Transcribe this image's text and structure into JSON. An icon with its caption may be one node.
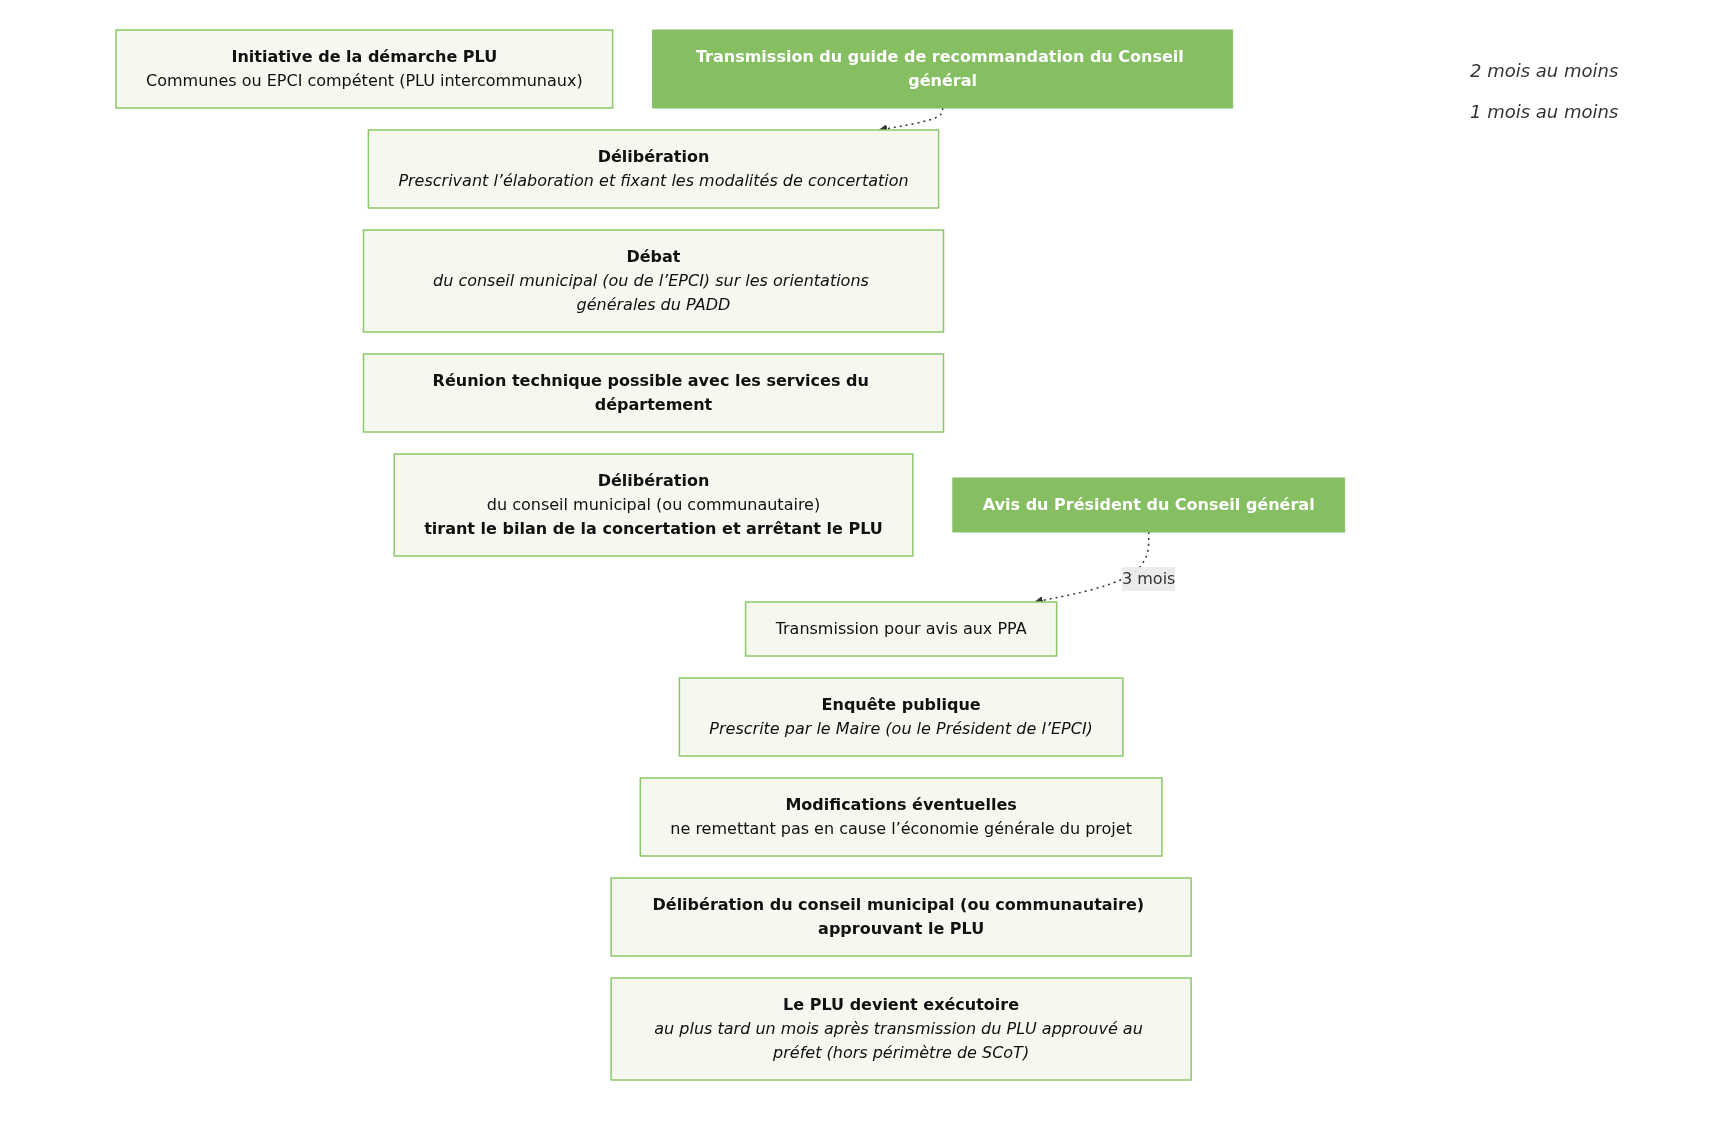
{
  "diagram": {
    "nodes": [
      {
        "text": [
          "Initiative de la démarche PLU",
          "Communes ou EPCI compétent (PLU intercommunaux)"
        ]
      },
      {
        "text": [
          "Délibération",
          "Prescrivant l’élaboration et fixant les modalités de concertation"
        ]
      },
      {
        "text": [
          "Débat",
          "du conseil municipal (ou de l’EPCI) sur les orientations générales du PADD"
        ]
      },
      {
        "text": [
          "Réunion technique possible avec les services du département"
        ]
      },
      {
        "text": [
          "Délibération",
          "du conseil municipal (ou communautaire)",
          "tirant le bilan de la concertation et arrêtant le PLU"
        ]
      },
      {
        "text": [
          "Transmission pour avis aux PPA"
        ]
      },
      {
        "text": [
          "Enquête publique",
          "Prescrite par le Maire (ou le Président de l’EPCI)"
        ]
      },
      {
        "text": [
          "Modifications éventuelles",
          "ne remettant pas en cause l’économie générale du projet"
        ]
      },
      {
        "text": [
          "Délibération du conseil municipal (ou communautaire) approuvant le PLU"
        ]
      },
      {
        "text": [
          "Le PLU devient exécutoire",
          "au plus tard un mois après transmission du PLU approuvé au préfet (hors périmètre de SCoT)"
        ]
      },
      {
        "text": [
          "Transmission du guide de recommandation du Conseil général"
        ]
      },
      {
        "text": [
          "Avis du Président du Conseil général"
        ]
      }
    ],
    "edges": [
      {
        "from": 10,
        "to": 1,
        "arrow": "to",
        "style": "dashed"
      },
      {
        "from": 11,
        "to": 5,
        "arrow": "to",
        "style": "dashed",
        "label": "3 mois"
      }
    ],
    "labels": [
      "2 mois au moins",
      "1 mois au moins"
    ]
  }
}
